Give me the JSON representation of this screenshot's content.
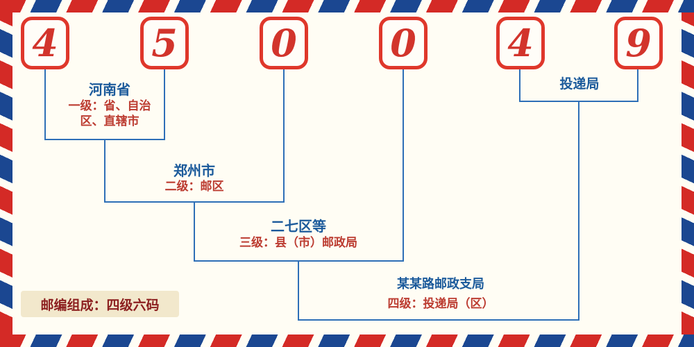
{
  "digits": [
    "4",
    "5",
    "0",
    "0",
    "4",
    "9"
  ],
  "levels": {
    "level1": {
      "name": "河南省",
      "desc": "一级：省、自治区、直辖市"
    },
    "level2": {
      "name": "郑州市",
      "desc": "二级：邮区"
    },
    "level3": {
      "name": "二七区等",
      "desc": "三级：县（市）邮政局"
    },
    "level4": {
      "name": "某某路邮政支局",
      "desc": "四级：投递局（区）"
    },
    "delivery": {
      "name": "投递局"
    }
  },
  "note": {
    "text": "邮编组成：四级六码"
  },
  "colors": {
    "digit_red": "#d2342c",
    "box_border_red": "#df372b",
    "line_blue": "#2e6fb7",
    "name_blue": "#1b5a9b",
    "desc_red": "#bc3c31",
    "note_bg": "#f2e8cc",
    "note_text": "#8c1f1f",
    "border_stripe_red": "#d42a26",
    "border_stripe_blue": "#1b4791",
    "background": "#fffdf4"
  }
}
